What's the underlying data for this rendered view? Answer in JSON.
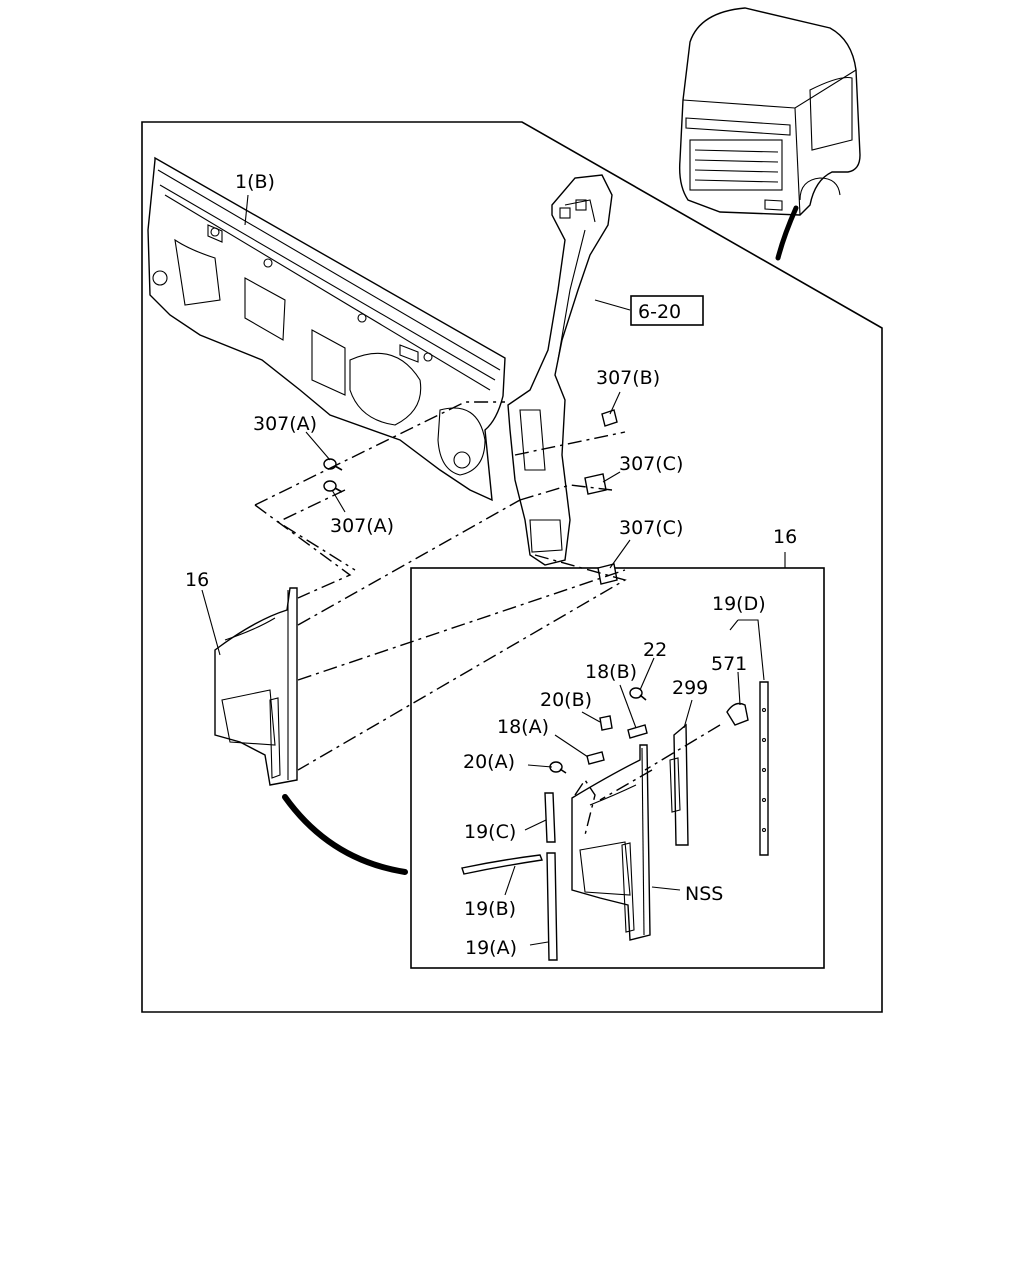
{
  "labels": {
    "l_1b": "1(B)",
    "l_6_20": "6-20",
    "l_307b": "307(B)",
    "l_307a_top": "307(A)",
    "l_307c_top": "307(C)",
    "l_307a_bot": "307(A)",
    "l_307c_bot": "307(C)",
    "l_16_right": "16",
    "l_16_left": "16",
    "l_19d": "19(D)",
    "l_22": "22",
    "l_571": "571",
    "l_18b": "18(B)",
    "l_299": "299",
    "l_20b": "20(B)",
    "l_18a": "18(A)",
    "l_20a": "20(A)",
    "l_19c": "19(C)",
    "l_nss": "NSS",
    "l_19b": "19(B)",
    "l_19a": "19(A)"
  }
}
